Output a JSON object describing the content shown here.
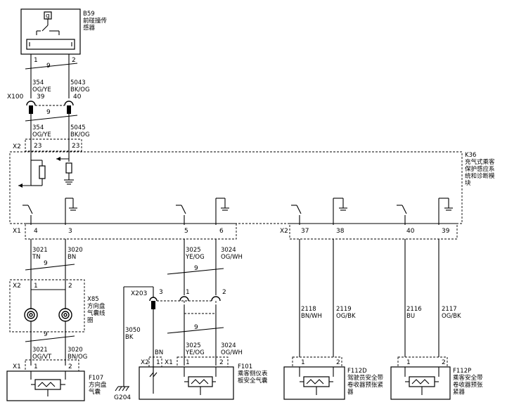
{
  "components": {
    "b59": {
      "ref": "B59",
      "name_l1": "前碰撞传",
      "name_l2": "感器",
      "glyph": "g"
    },
    "k36": {
      "ref": "K36",
      "name_l1": "充气式乘客",
      "name_l2": "保护感应系",
      "name_l3": "统和诊断模",
      "name_l4": "块"
    },
    "x85": {
      "ref": "X85",
      "name_l1": "方向盘",
      "name_l2": "气囊线",
      "name_l3": "圈"
    },
    "f107": {
      "ref": "F107",
      "name_l1": "方向盘",
      "name_l2": "气囊"
    },
    "f101": {
      "ref": "F101",
      "name_l1": "乘客侧仪表",
      "name_l2": "板安全气囊"
    },
    "f112d": {
      "ref": "F112D",
      "name_l1": "驾驶员安全带",
      "name_l2": "卷收器预张紧",
      "name_l3": "器"
    },
    "f112p": {
      "ref": "F112P",
      "name_l1": "乘客安全带",
      "name_l2": "卷收器预张",
      "name_l3": "紧器"
    }
  },
  "connectors": {
    "x100": "X100",
    "x2": "X2",
    "x1": "X1",
    "x203": "X203",
    "g204": "G204"
  },
  "wires": {
    "a_top": {
      "circuit": "354",
      "color": "OG/YE"
    },
    "b_top": {
      "circuit": "5043",
      "color": "BK/OG"
    },
    "a_mid": {
      "circuit": "354",
      "color": "OG/YE"
    },
    "b_mid": {
      "circuit": "5045",
      "color": "BK/OG"
    },
    "sw_hi": {
      "circuit": "3021",
      "color": "TN"
    },
    "sw_lo": {
      "circuit": "3020",
      "color": "BN"
    },
    "sw_hi2": {
      "circuit": "3021",
      "color": "OG/VT"
    },
    "sw_lo2": {
      "circuit": "3020",
      "color": "BN/OG"
    },
    "pa_hi": {
      "circuit": "3025",
      "color": "YE/OG"
    },
    "pa_lo": {
      "circuit": "3024",
      "color": "OG/WH"
    },
    "pa_hi2": {
      "circuit": "3025",
      "color": "YE/OG"
    },
    "pa_lo2": {
      "circuit": "3024",
      "color": "OG/WH"
    },
    "gnd": {
      "circuit": "3050",
      "color": "BK"
    },
    "bn": {
      "color": "BN"
    },
    "dr_a": {
      "circuit": "2118",
      "color": "BN/WH"
    },
    "dr_b": {
      "circuit": "2119",
      "color": "OG/BK"
    },
    "ps_a": {
      "circuit": "2116",
      "color": "BU"
    },
    "ps_b": {
      "circuit": "2117",
      "color": "OG/BK"
    }
  },
  "pins": {
    "b59_1": "1",
    "b59_2": "2",
    "x100_39": "39",
    "x100_40": "40",
    "k36_23a": "23",
    "k36_23b": "23",
    "k36_4": "4",
    "k36_3": "3",
    "k36_5": "5",
    "k36_6": "6",
    "k36_37": "37",
    "k36_38": "38",
    "k36_40": "40",
    "k36_39": "39",
    "x85_1": "1",
    "x85_2": "2",
    "f107_1": "1",
    "f107_2": "2",
    "x203_3": "3",
    "x203_1": "1",
    "x203_2": "2",
    "f101_x2_1": "1",
    "f101_x1_1": "1",
    "f101_x1_2": "2",
    "f112d_1": "1",
    "f112d_2": "2",
    "f112p_1": "1",
    "f112p_2": "2"
  },
  "twist_counts": {
    "t1": "9",
    "t2": "9",
    "t3": "9",
    "t4": "9",
    "t5": "9",
    "t6": "9"
  }
}
